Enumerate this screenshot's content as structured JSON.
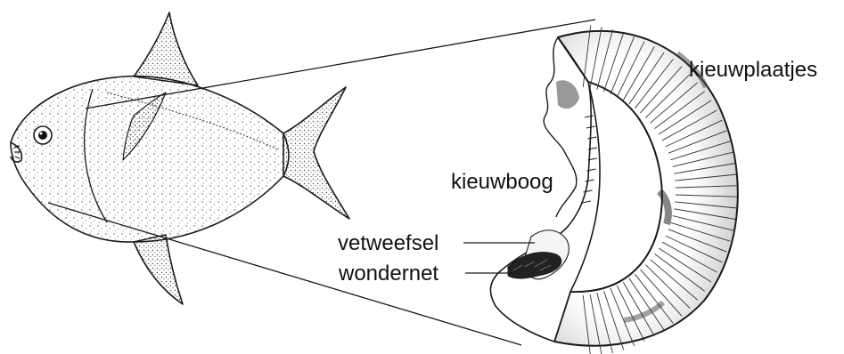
{
  "labels": {
    "gill_filaments": "kieuwplaatjes",
    "gill_arch": "kieuwboog",
    "fat_tissue": "vetweefsel",
    "rete_mirabile": "wondernet"
  },
  "colors": {
    "ink": "#1a1a1a",
    "background": "#ffffff",
    "shade": "#555555"
  }
}
